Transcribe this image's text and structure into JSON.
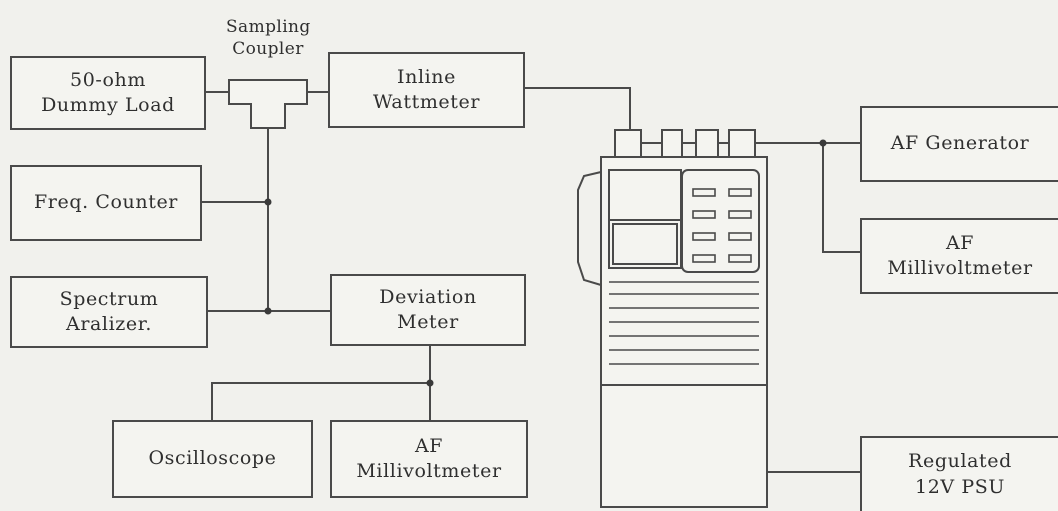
{
  "blocks": {
    "dummy_load": "50-ohm\nDummy Load",
    "sampling_coupler": "Sampling\nCoupler",
    "inline_wattmeter": "Inline\nWattmeter",
    "freq_counter": "Freq. Counter",
    "spectrum_analyzer": "Spectrum\nAralizer.",
    "deviation_meter": "Deviation\nMeter",
    "oscilloscope": "Oscilloscope",
    "af_millivoltmeter_bottom": "AF\nMillivoltmeter",
    "af_generator": "AF Generator",
    "af_millivoltmeter_right": "AF\nMillivoltmeter",
    "regulated_psu": "Regulated\n12V PSU"
  }
}
